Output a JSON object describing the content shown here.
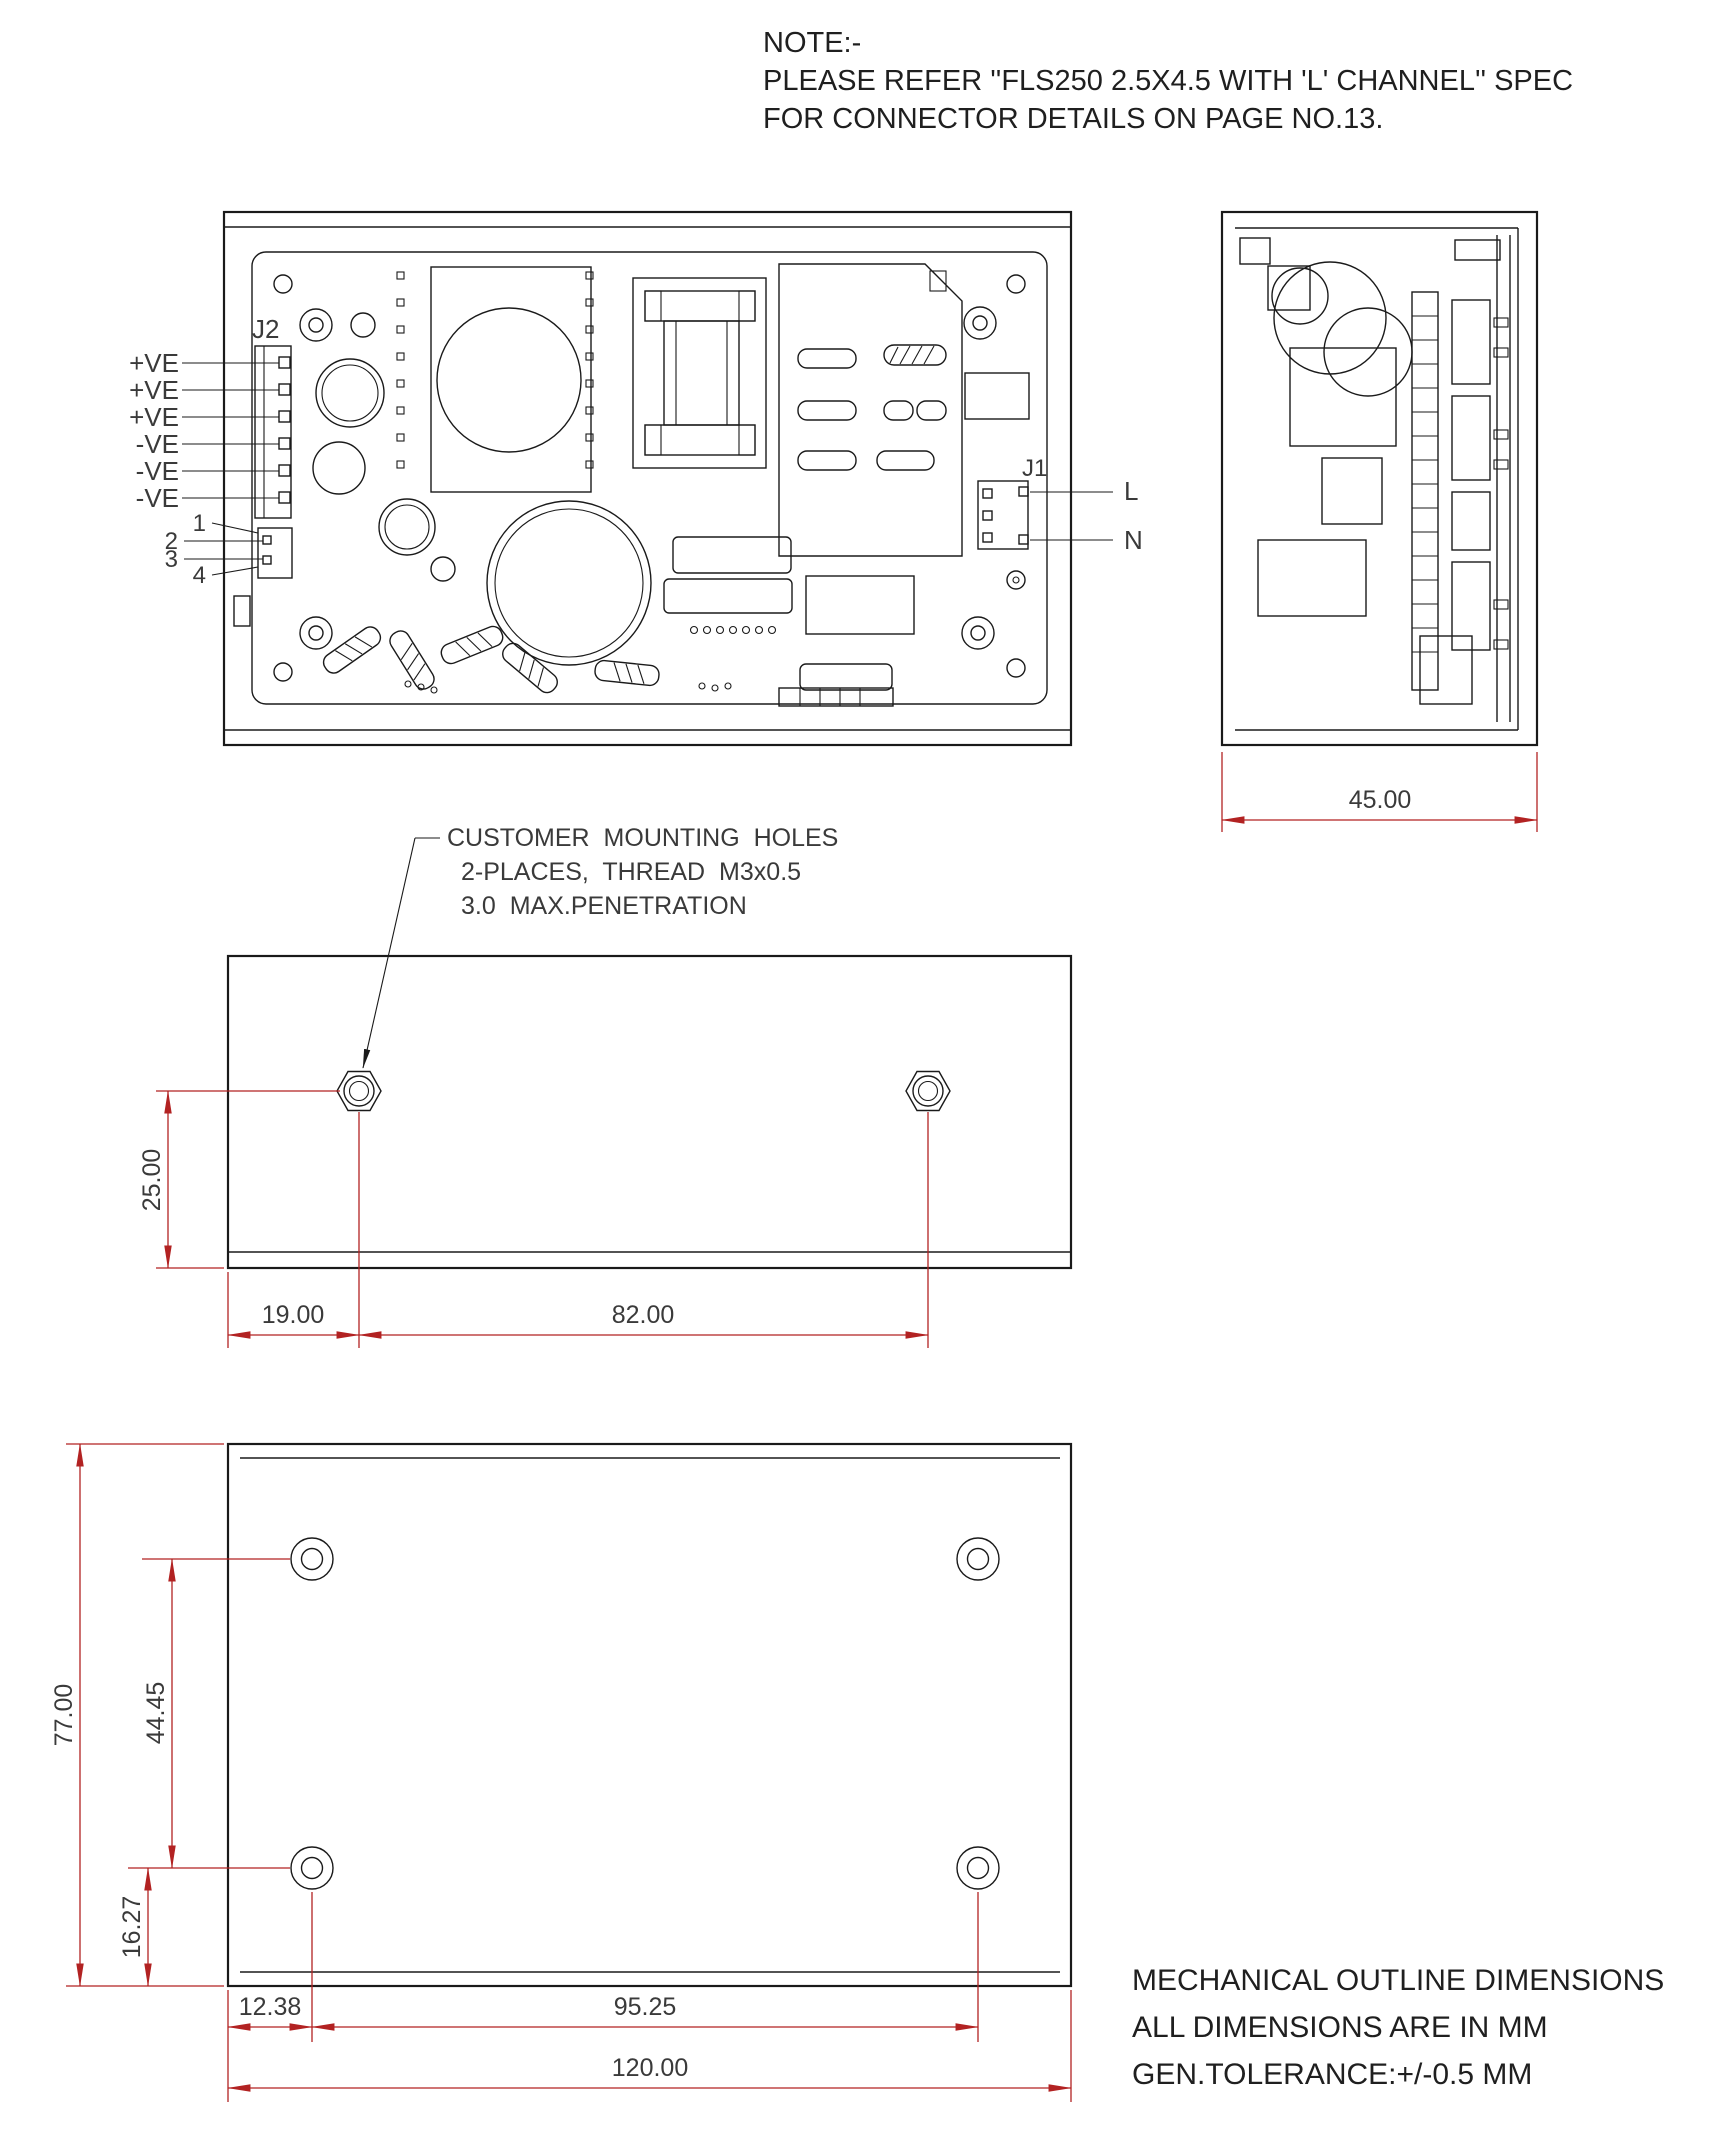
{
  "colors": {
    "line": "#1a1a1a",
    "dimension_line": "#b22222",
    "text": "#3a3a3a"
  },
  "note": {
    "lines": [
      "NOTE:-",
      "PLEASE REFER ''FLS250 2.5X4.5 WITH 'L' CHANNEL'' SPEC",
      "FOR CONNECTOR DETAILS ON PAGE NO.13."
    ]
  },
  "top_view": {
    "j2_label": "J2",
    "j1_label": "J1",
    "pin_labels": [
      "+VE",
      "+VE",
      "+VE",
      "-VE",
      "-VE",
      "-VE"
    ],
    "pin_numbers": [
      "1",
      "2",
      "3",
      "4"
    ],
    "line_label": "L",
    "neutral_label": "N"
  },
  "callout": {
    "lines": [
      "CUSTOMER MOUNTING HOLES",
      "2-PLACES, THREAD M3x0.5",
      "3.0 MAX.PENETRATION"
    ]
  },
  "dimensions_mm": {
    "depth": "45.00",
    "mount_hole_height": "25.00",
    "mount_hole_left_offset": "19.00",
    "mount_hole_span": "82.00",
    "overall_height": "77.00",
    "hole_vertical_span": "44.45",
    "hole_bottom_offset": "16.27",
    "hole_left_offset": "12.38",
    "hole_horizontal_span": "95.25",
    "overall_width": "120.00"
  },
  "footer": {
    "lines": [
      "MECHANICAL OUTLINE DIMENSIONS",
      "ALL DIMENSIONS ARE IN MM",
      "GEN.TOLERANCE:+/-0.5 MM"
    ]
  }
}
